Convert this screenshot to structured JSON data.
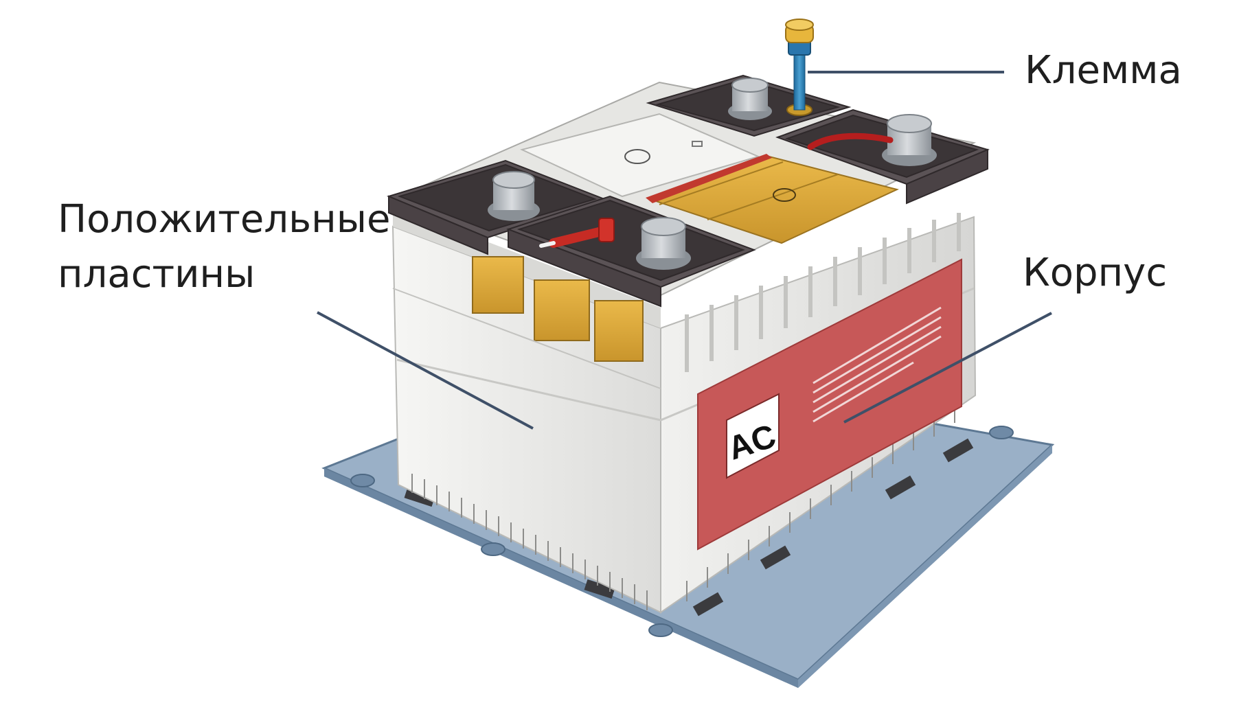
{
  "labels": {
    "terminal": "Клемма",
    "plates_line1": "Положительные",
    "plates_line2": "пластины",
    "case": "Корпус"
  },
  "battery_badge": "AC",
  "colors": {
    "leader_line": "#3f5068",
    "base_plate": "#8fa6bf",
    "lid": "#4e4649",
    "case_body": "#ececea",
    "label_panel": "#c75858",
    "plates": "#e1b13c",
    "terminal_post": "#2f7fb3",
    "terminal_cap": "#e6b43a"
  }
}
